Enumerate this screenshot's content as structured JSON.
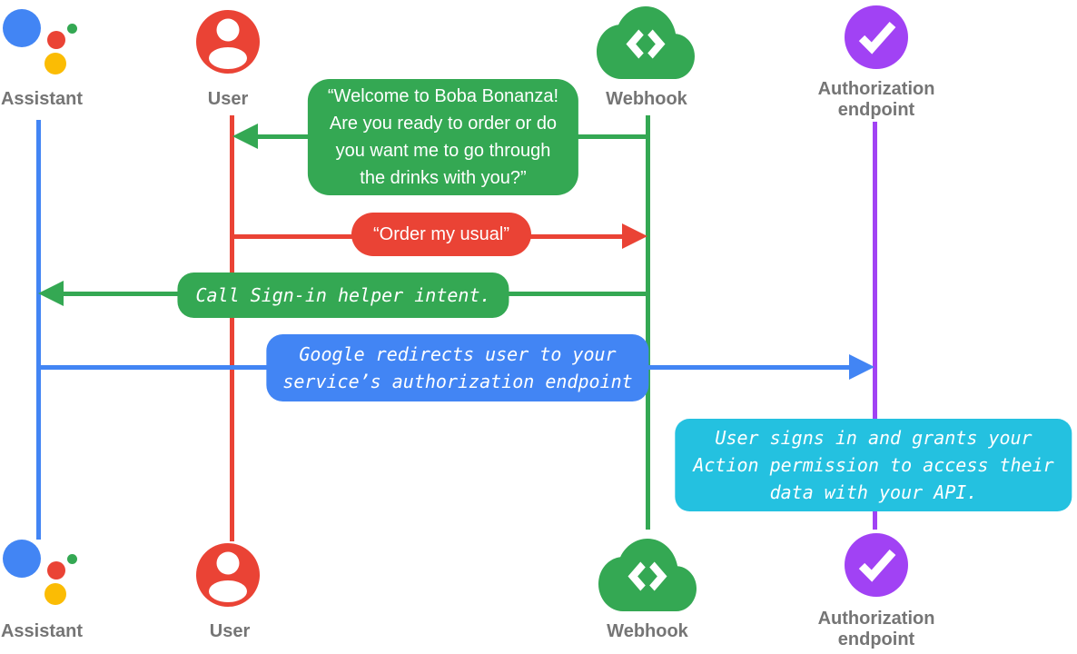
{
  "colors": {
    "blue": "#4285F4",
    "red": "#EA4335",
    "green": "#34A853",
    "yellow": "#FBBC04",
    "purple": "#A142F4",
    "cyan": "#24C1E0",
    "gray": "#757575",
    "white": "#FFFFFF"
  },
  "actors": [
    {
      "id": "assistant",
      "label": "Assistant",
      "icon": "google-assistant-icon",
      "lifeline_color": "#4285F4"
    },
    {
      "id": "user",
      "label": "User",
      "icon": "user-icon",
      "lifeline_color": "#EA4335"
    },
    {
      "id": "webhook",
      "label": "Webhook",
      "icon": "webhook-cloud-icon",
      "lifeline_color": "#34A853"
    },
    {
      "id": "authorization-endpoint",
      "label": "Authorization\nendpoint",
      "icon": "authorization-check-icon",
      "lifeline_color": "#A142F4"
    }
  ],
  "messages": [
    {
      "id": "welcome",
      "from": "webhook",
      "to": "user",
      "color": "#34A853",
      "style": "speech",
      "text": "“Welcome to Boba Bonanza!\nAre you ready to order or do\nyou want me to go through\nthe drinks with you?”"
    },
    {
      "id": "order",
      "from": "user",
      "to": "webhook",
      "color": "#EA4335",
      "style": "speech",
      "text": "“Order my usual”"
    },
    {
      "id": "signin-helper",
      "from": "webhook",
      "to": "assistant",
      "color": "#34A853",
      "style": "code",
      "text": "Call Sign-in helper intent."
    },
    {
      "id": "redirect",
      "from": "assistant",
      "to": "authorization-endpoint",
      "color": "#4285F4",
      "style": "code",
      "text": "Google redirects user to your\nservice’s authorization endpoint"
    },
    {
      "id": "grants",
      "at": "authorization-endpoint",
      "color": "#24C1E0",
      "style": "code",
      "text": "User signs in and grants your\nAction permission to access their\ndata with your API."
    }
  ]
}
